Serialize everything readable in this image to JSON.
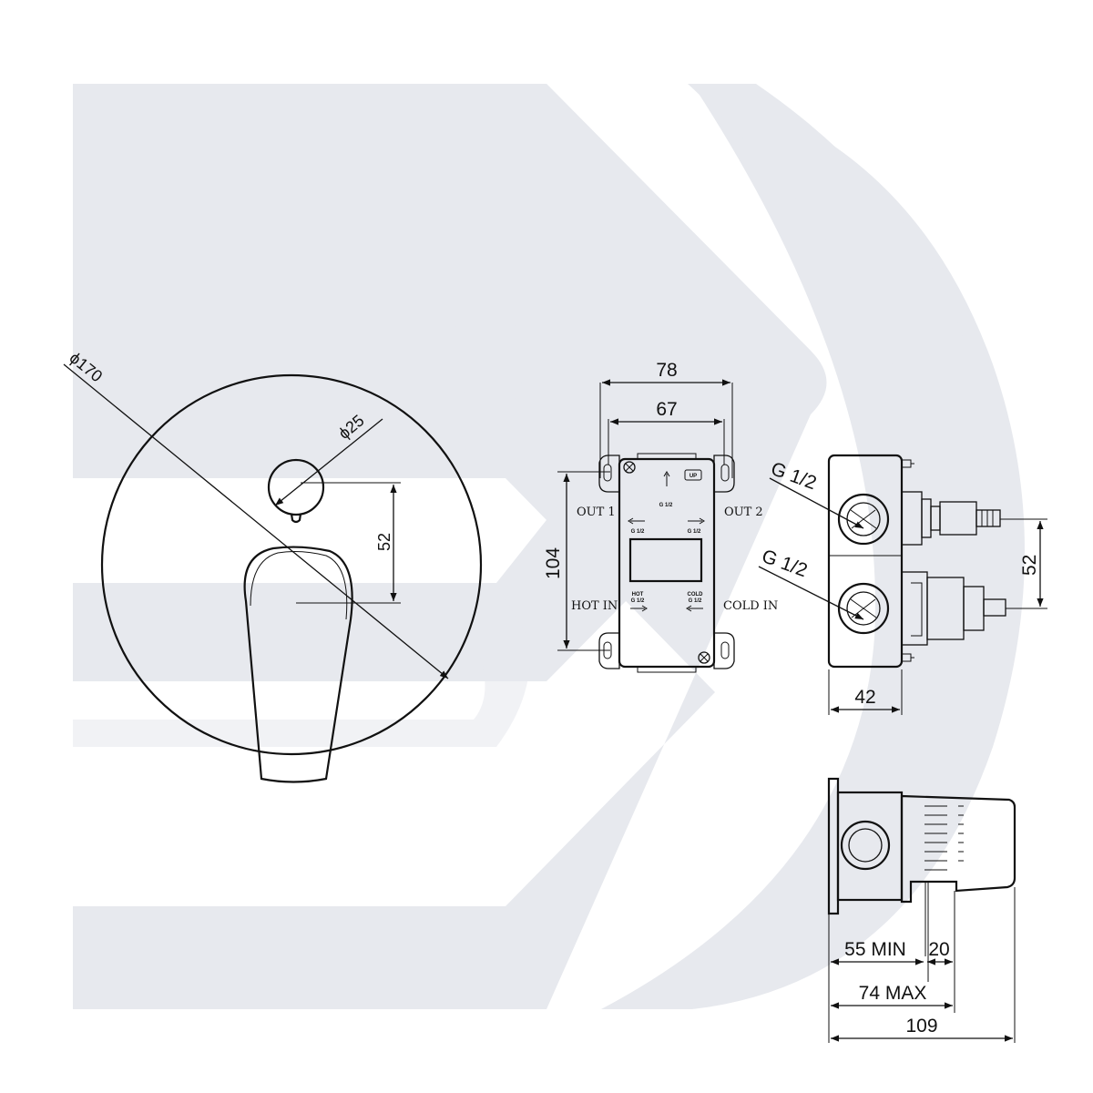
{
  "front_view": {
    "outer_diameter": "ϕ170",
    "knob_diameter": "ϕ25",
    "spacing": "52"
  },
  "valve_body": {
    "overall_width": "78",
    "inner_width": "67",
    "height": "104",
    "port_out1": "OUT 1",
    "port_out2": "OUT 2",
    "port_hot": "HOT IN",
    "port_cold": "COLD IN",
    "mark_up": "UP",
    "mark_thread_top": "G 1/2",
    "mark_hot": "HOT",
    "mark_hot_thread": "G 1/2",
    "mark_cold": "COLD",
    "mark_cold_thread": "G 1/2",
    "mark_thread_left": "G 1/2",
    "mark_thread_right": "G 1/2"
  },
  "side_view": {
    "thread_upper": "G 1/2",
    "thread_lower": "G 1/2",
    "spacing": "52",
    "depth": "42"
  },
  "bottom_view": {
    "min_depth": "55 MIN",
    "extension": "20",
    "max_depth": "74 MAX",
    "overall_depth": "109"
  },
  "colors": {
    "line": "#111111",
    "watermark": "#e7e9ee",
    "background": "#ffffff"
  }
}
